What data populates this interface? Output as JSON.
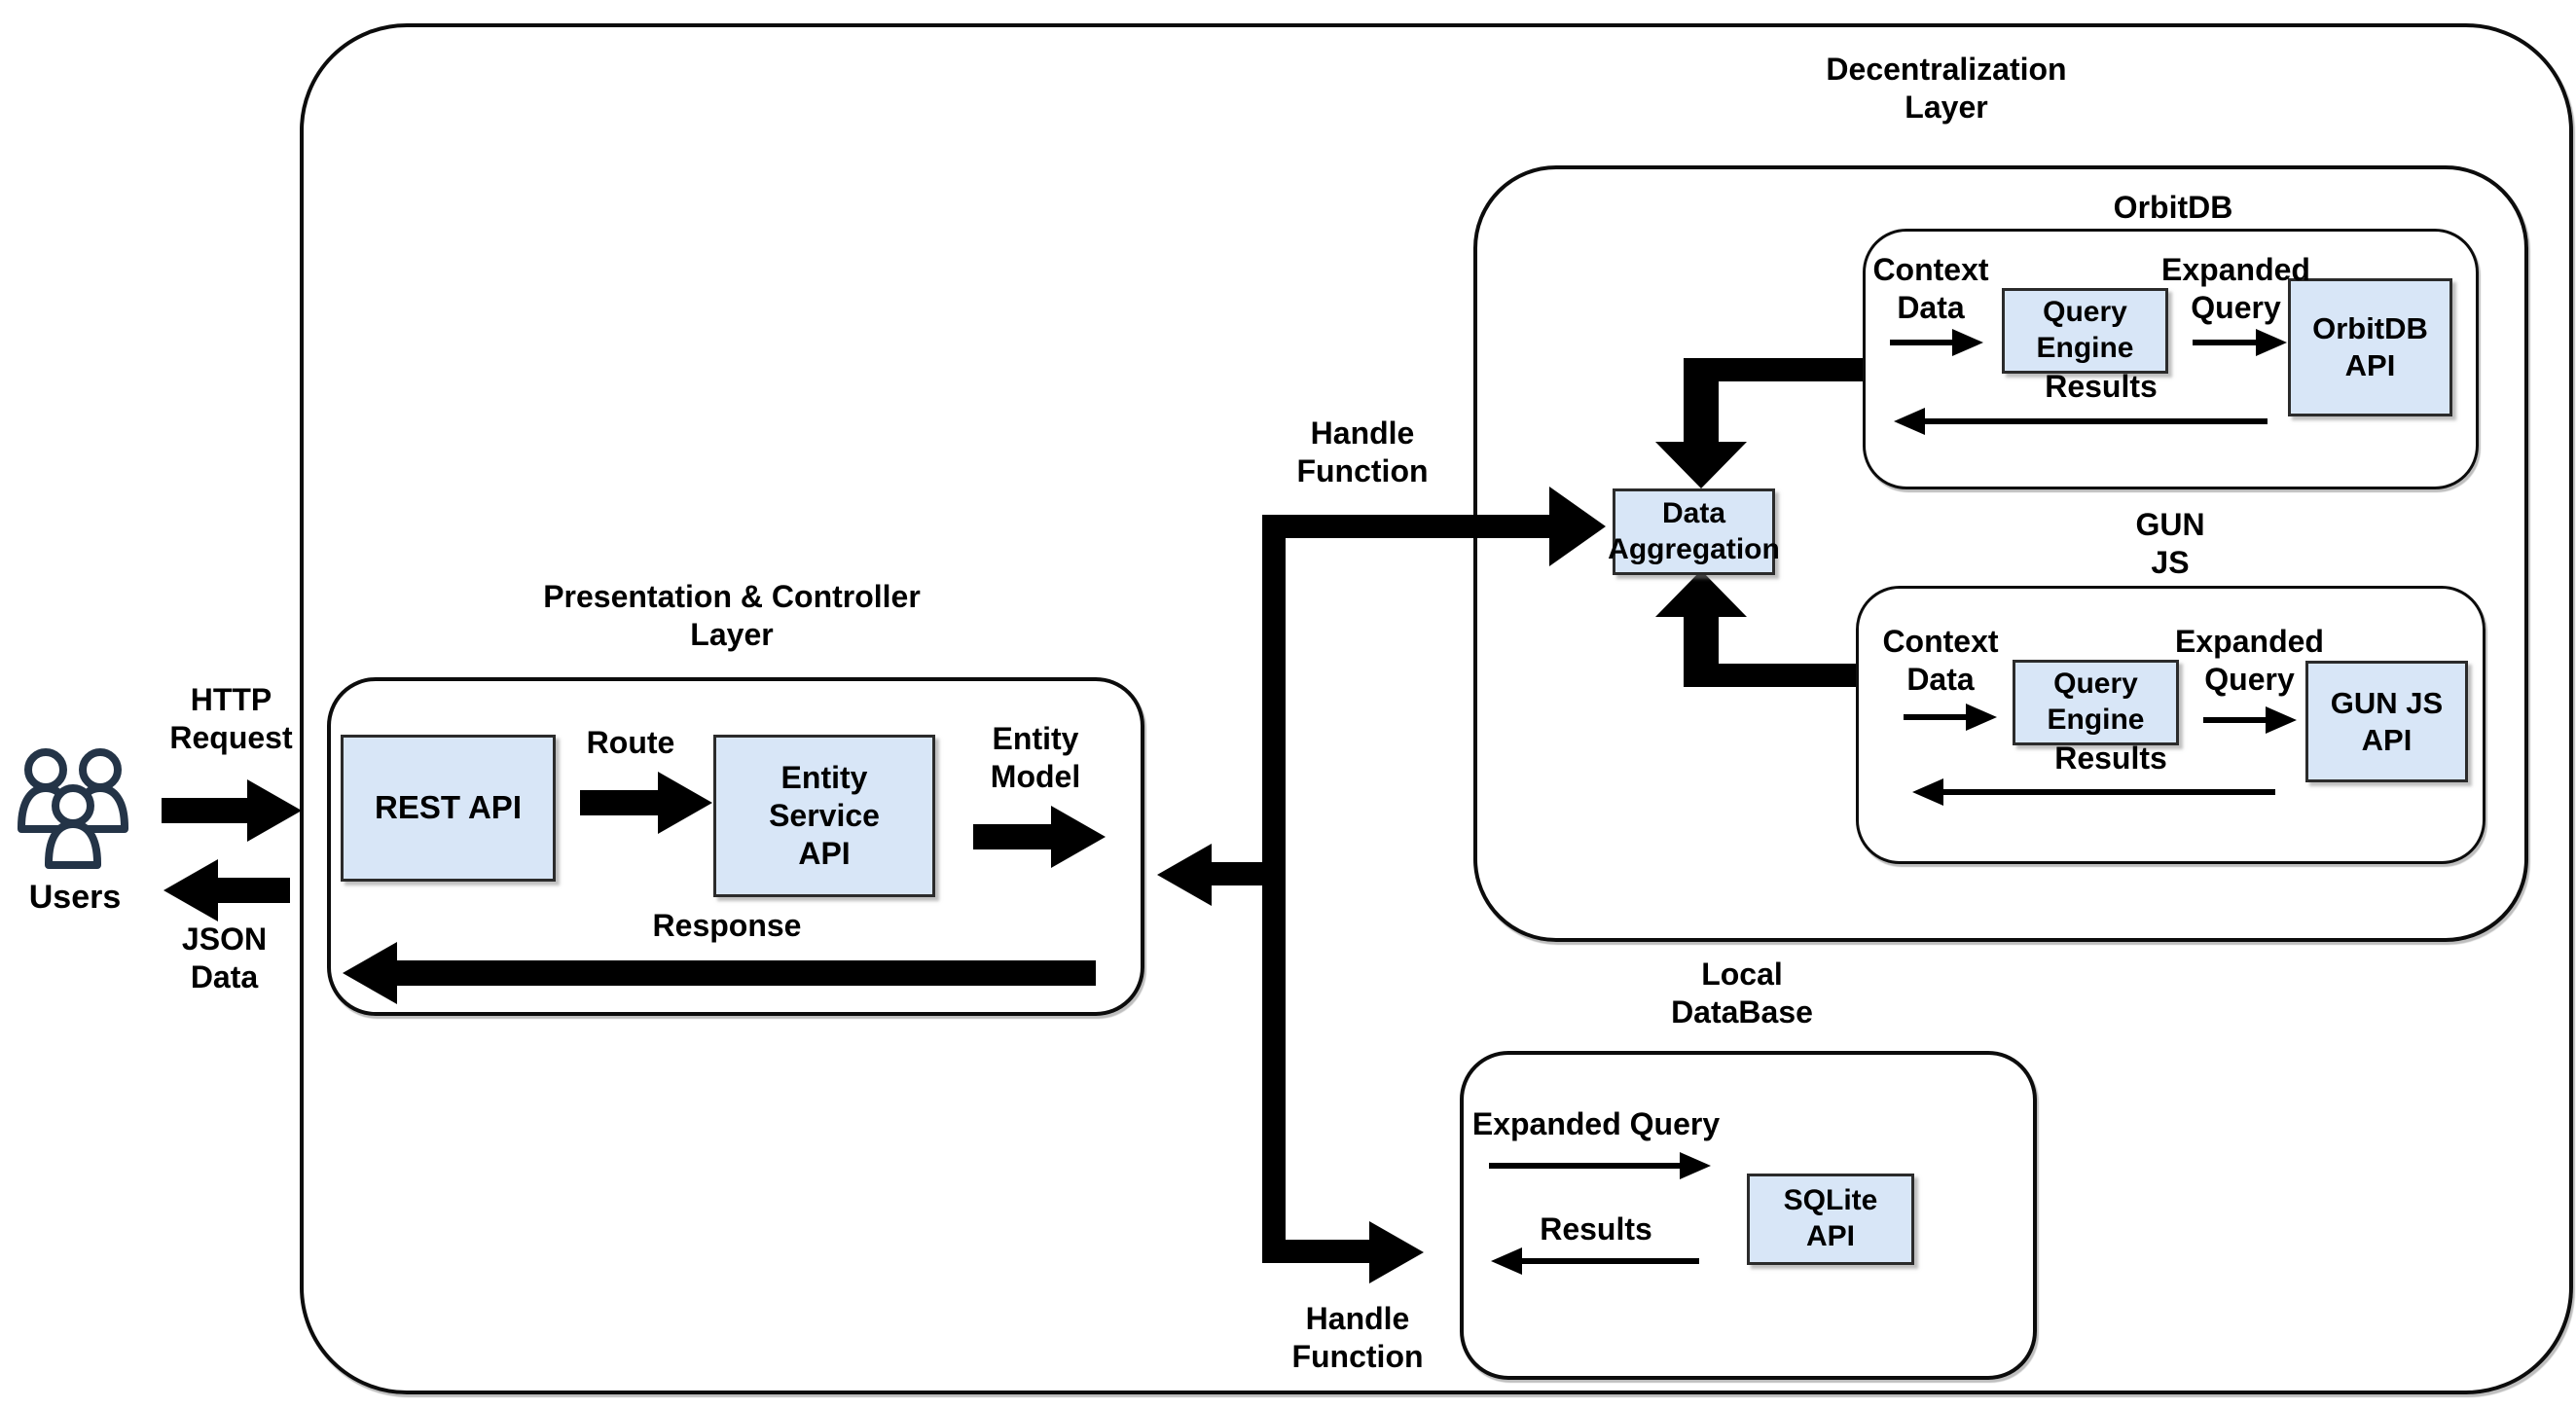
{
  "colors": {
    "background": "#ffffff",
    "box_fill": "#d8e6f7",
    "box_border": "#2b2b2b",
    "container_border": "#0c0c0c",
    "arrow": "#000000",
    "users_icon": "#243447",
    "text": "#000000"
  },
  "users": {
    "label": "Users",
    "http_request": "HTTP\nRequest",
    "json_data": "JSON\nData"
  },
  "presentation": {
    "title": "Presentation & Controller\nLayer",
    "rest_api": "REST API",
    "route": "Route",
    "entity_service_api": "Entity\nService\nAPI",
    "entity_model": "Entity\nModel",
    "response": "Response"
  },
  "connector": {
    "handle_function_top": "Handle\nFunction",
    "handle_function_bottom": "Handle\nFunction"
  },
  "decentralization": {
    "title": "Decentralization\nLayer",
    "data_aggregation": "Data\nAggregation",
    "orbitdb": {
      "title": "OrbitDB",
      "context_data": "Context\nData",
      "query_engine": "Query\nEngine",
      "expanded_query": "Expanded\nQuery",
      "api": "OrbitDB\nAPI",
      "results": "Results"
    },
    "gunjs": {
      "title": "GUN\nJS",
      "context_data": "Context\nData",
      "query_engine": "Query\nEngine",
      "expanded_query": "Expanded\nQuery",
      "api": "GUN JS\nAPI",
      "results": "Results"
    }
  },
  "local_database": {
    "title": "Local\nDataBase",
    "expanded_query": "Expanded Query",
    "sqlite_api": "SQLite\nAPI",
    "results": "Results"
  }
}
